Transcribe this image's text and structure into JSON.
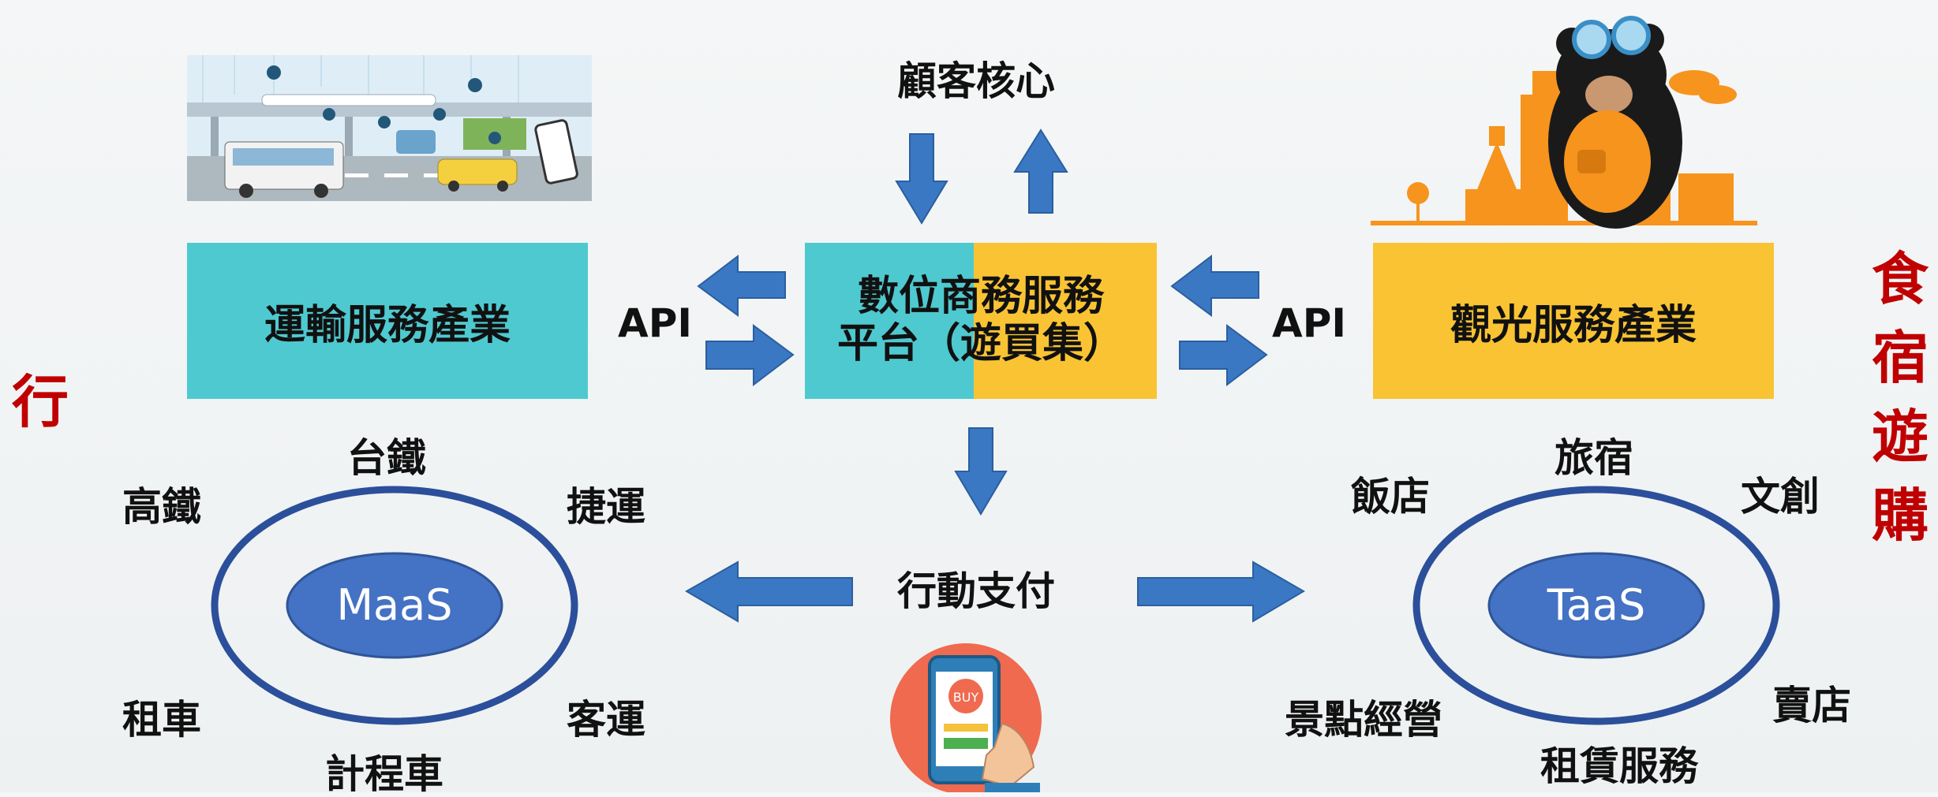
{
  "center": {
    "top_label": "顧客核心",
    "platform_line1": "數位商務服務",
    "platform_line2": "平台（遊買集）",
    "payment_label": "行動支付",
    "phone_buy_text": "BUY"
  },
  "left": {
    "industry": "運輸服務產業",
    "api": "API",
    "side_char": "行",
    "hub": "MaaS",
    "modes": {
      "top": "台鐵",
      "top_left": "高鐵",
      "top_right": "捷運",
      "bottom_left": "租車",
      "bottom_right": "客運",
      "bottom": "計程車"
    }
  },
  "right": {
    "industry": "觀光服務產業",
    "api": "API",
    "side_chars": [
      "食",
      "宿",
      "遊",
      "購"
    ],
    "hub": "TaaS",
    "services": {
      "top": "旅宿",
      "top_left": "飯店",
      "top_right": "文創",
      "bottom_left": "景點經營",
      "bottom_right": "賣店",
      "bottom": "租賃服務"
    }
  },
  "colors": {
    "teal": "#4fc9d0",
    "amber": "#f9c333",
    "arrow": "#3a78c4",
    "hub_fill": "#4472c4",
    "ring": "#2b4f9a",
    "side_text": "#c00000"
  },
  "icons": [
    "transport-scene-illustration",
    "bear-mascot-city-illustration",
    "mobile-payment-icon"
  ]
}
